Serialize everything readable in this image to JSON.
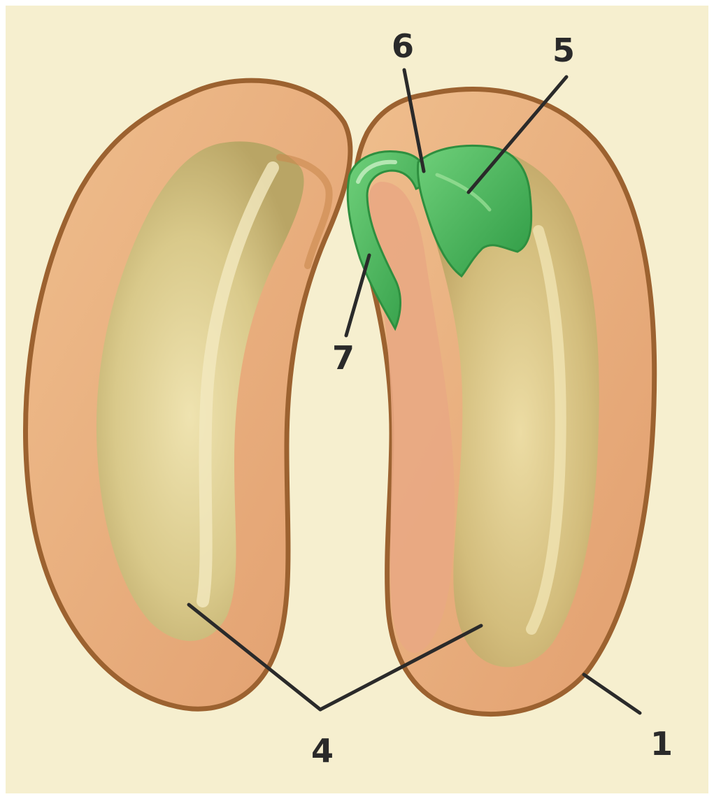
{
  "colors": {
    "background": "#f6efcf",
    "seed_coat": "#e6ad7c",
    "seed_outline": "#9c6230",
    "cotyledon_inner": "#d9c98a",
    "cotyledon_highlight": "#efe3b0",
    "embryo_green": "#4db85c",
    "embryo_green_dark": "#2e8f3f",
    "label_text": "#2a2a2a",
    "leader_line": "#2a2a2a"
  },
  "labels": {
    "coat": "1",
    "cotyledons": "4",
    "bud": "5",
    "stem": "6",
    "root": "7"
  }
}
